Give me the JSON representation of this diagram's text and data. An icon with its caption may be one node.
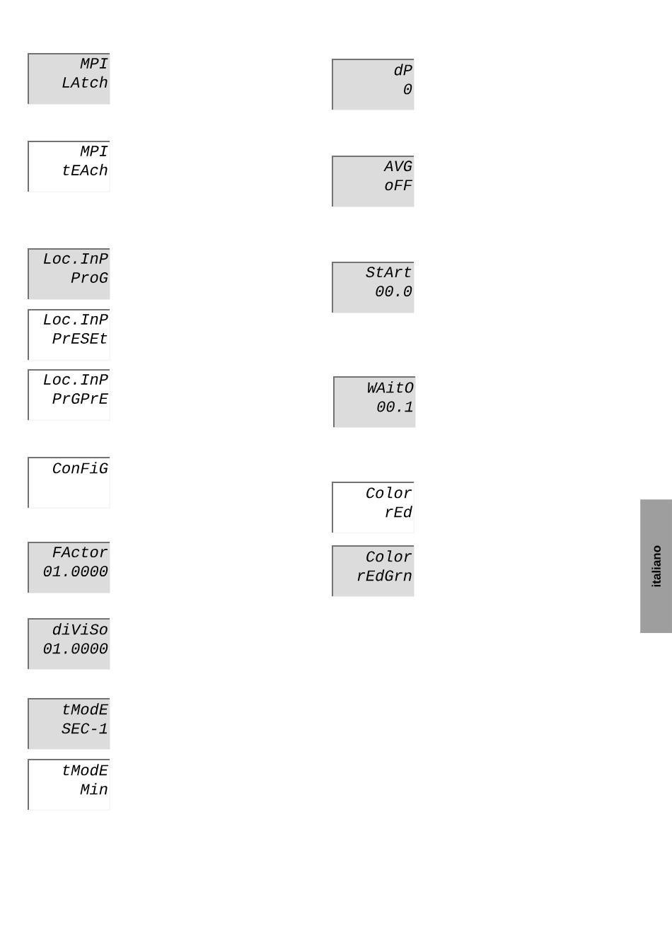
{
  "diagram": {
    "nodes": [
      {
        "text": [
          "MPI",
          "LAtch"
        ]
      },
      {
        "text": [
          "MPI",
          "tEAch"
        ]
      },
      {
        "text": [
          "Loc.InP",
          "ProG"
        ]
      },
      {
        "text": [
          "Loc.InP",
          "PrESEt"
        ]
      },
      {
        "text": [
          "Loc.InP",
          "PrGPrE"
        ]
      },
      {
        "text": [
          "ConFiG"
        ]
      },
      {
        "text": [
          "FActor",
          "01.0000"
        ]
      },
      {
        "text": [
          "diViSo",
          "01.0000"
        ]
      },
      {
        "text": [
          "tModE",
          "SEC-1"
        ]
      },
      {
        "text": [
          "tModE",
          "Min"
        ]
      },
      {
        "text": [
          "dP",
          "0"
        ]
      },
      {
        "text": [
          "AVG",
          "oFF"
        ]
      },
      {
        "text": [
          "StArt",
          "00.0"
        ]
      },
      {
        "text": [
          "WAitO",
          "00.1"
        ]
      },
      {
        "text": [
          "Color",
          "rEd"
        ]
      },
      {
        "text": [
          "Color",
          "rEdGrn"
        ]
      },
      {
        "text": [
          "italiano"
        ]
      }
    ]
  }
}
